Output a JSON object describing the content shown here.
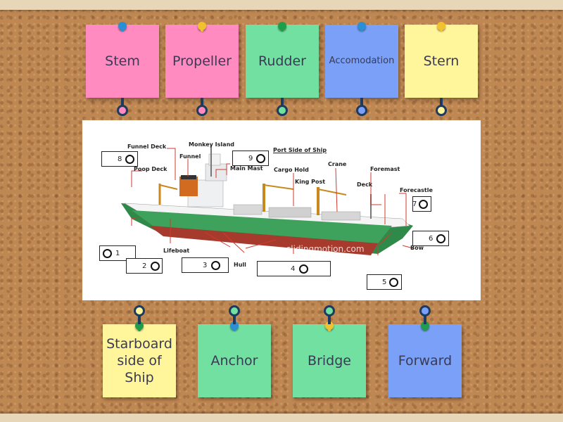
{
  "colors": {
    "pink": "#ff8bc1",
    "green": "#72e0a0",
    "blue": "#7aa1f7",
    "yellow": "#fff59a",
    "peg": "#1e3a5f"
  },
  "top_notes": [
    {
      "label": "Stem",
      "color": "pink",
      "pin_color": "#2a8fd6",
      "dot_color": "#ff8bc1"
    },
    {
      "label": "Propeller",
      "color": "pink",
      "pin_color": "#f2c12e",
      "dot_color": "#ff8bc1"
    },
    {
      "label": "Rudder",
      "color": "green",
      "pin_color": "#1f9e4a",
      "dot_color": "#72e0a0"
    },
    {
      "label": "Accomodation",
      "color": "blue",
      "pin_color": "#2a8fd6",
      "dot_color": "#7aa1f7"
    },
    {
      "label": "Stern",
      "color": "yellow",
      "pin_color": "#f2c12e",
      "dot_color": "#fff59a"
    }
  ],
  "bottom_notes": [
    {
      "label": "Starboard side of Ship",
      "color": "yellow",
      "pin_color": "#1f9e4a",
      "dot_color": "#fff59a"
    },
    {
      "label": "Anchor",
      "color": "green",
      "pin_color": "#2a8fd6",
      "dot_color": "#72e0a0"
    },
    {
      "label": "Bridge",
      "color": "green",
      "pin_color": "#f2c12e",
      "dot_color": "#72e0a0"
    },
    {
      "label": "Forward",
      "color": "blue",
      "pin_color": "#1f9e4a",
      "dot_color": "#7aa1f7"
    }
  ],
  "diagram": {
    "labels": {
      "funnel_deck": "Funnel Deck",
      "monkey_island": "Monkey Island",
      "funnel": "Funnel",
      "port_side": "Port Side of Ship",
      "poop_deck": "Poop Deck",
      "main_mast": "Main Mast",
      "cargo_hold": "Cargo Hold",
      "crane": "Crane",
      "foremast": "Foremast",
      "king_post": "King Post",
      "deck": "Deck",
      "forecastle": "Forecastle",
      "lifeboat": "Lifeboat",
      "hull": "Hull",
      "bow": "Bow"
    },
    "watermark": "slidingmotion.com",
    "drop_zones": [
      "8",
      "9",
      "7",
      "6",
      "1",
      "2",
      "3",
      "4",
      "5"
    ]
  }
}
